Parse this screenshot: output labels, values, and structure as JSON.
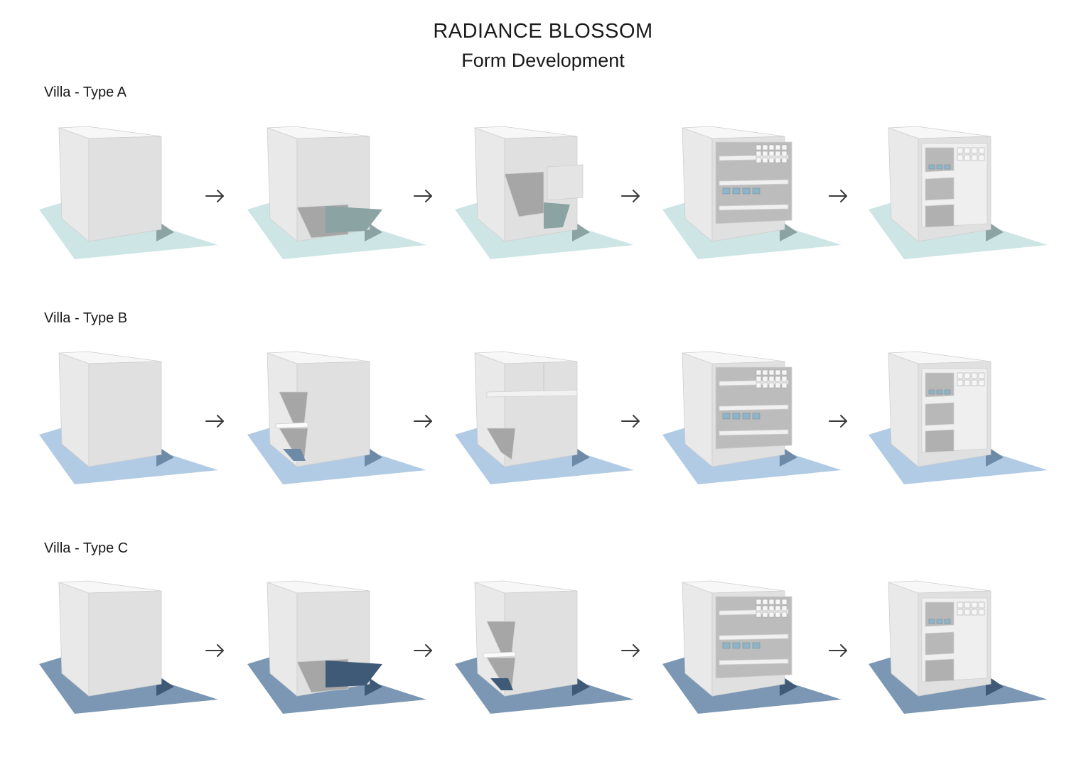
{
  "header": {
    "title": "RADIANCE BLOSSOM",
    "subtitle": "Form Development"
  },
  "rows": [
    {
      "label": "Villa - Type A",
      "ground_color": "#cde5e4",
      "shadow_color": "#8ba3a3",
      "stages": [
        "mass",
        "carve-ground",
        "subtract-stepped",
        "detailed-section",
        "final-facade"
      ]
    },
    {
      "label": "Villa - Type B",
      "ground_color": "#b1cbe5",
      "shadow_color": "#6d8aa6",
      "stages": [
        "mass",
        "carve-terrace",
        "stack-volumes",
        "detailed-section",
        "final-facade"
      ]
    },
    {
      "label": "Villa - Type C",
      "ground_color": "#7b97b3",
      "shadow_color": "#3f5a76",
      "stages": [
        "mass",
        "carve-ground",
        "carve-terrace",
        "detailed-section",
        "final-facade"
      ]
    }
  ],
  "colors": {
    "top_face": "#f7f7f7",
    "left_face": "#e9e9e9",
    "front_face": "#e0e0e0",
    "void": "#a6a6a6",
    "glass": "#8fb4c8",
    "arrow": "#3a3a3a"
  },
  "icons": {
    "step_arrow": "arrow-right-icon"
  }
}
